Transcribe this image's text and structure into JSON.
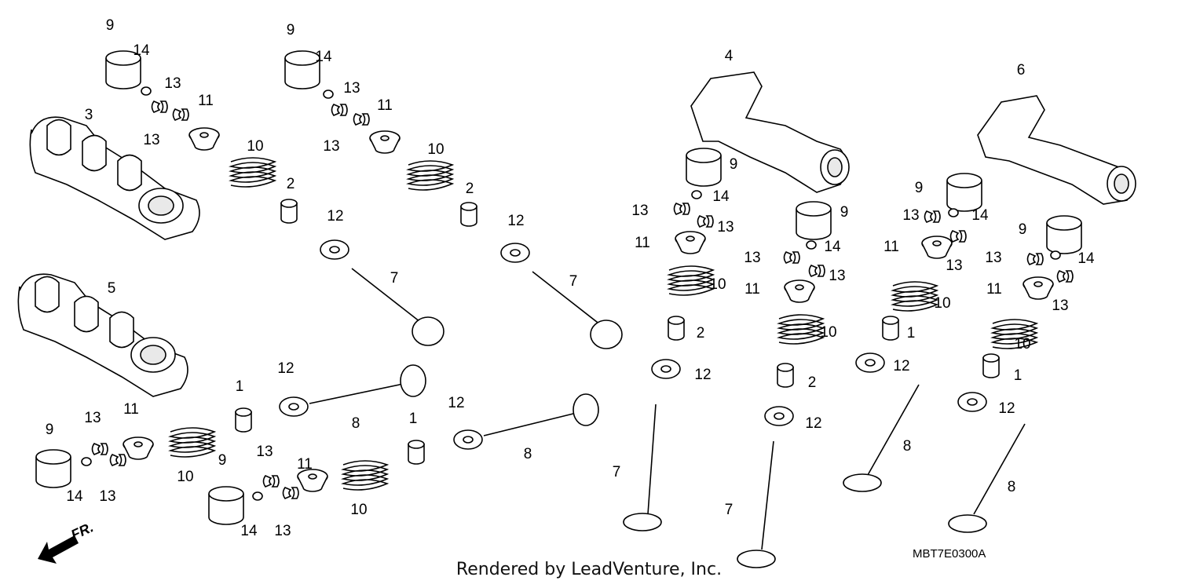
{
  "diagram": {
    "diagram_code": "MBT7E0300A",
    "credit": "Rendered by LeadVenture, Inc.",
    "direction_label": "FR.",
    "callouts": [
      "9",
      "14",
      "13",
      "13",
      "11",
      "3",
      "10",
      "2",
      "5",
      "9",
      "14",
      "13",
      "13",
      "11",
      "10",
      "2",
      "12",
      "7",
      "12",
      "7",
      "12",
      "8",
      "12",
      "8",
      "1",
      "9",
      "13",
      "11",
      "14",
      "13",
      "10",
      "9",
      "13",
      "11",
      "14",
      "13",
      "10",
      "1",
      "4",
      "9",
      "13",
      "14",
      "13",
      "11",
      "10",
      "2",
      "12",
      "7",
      "9",
      "14",
      "13",
      "13",
      "11",
      "10",
      "2",
      "12",
      "7",
      "6",
      "9",
      "13",
      "14",
      "11",
      "13",
      "10",
      "1",
      "12",
      "8",
      "9",
      "13",
      "14",
      "11",
      "13",
      "10",
      "1",
      "12",
      "8"
    ]
  }
}
